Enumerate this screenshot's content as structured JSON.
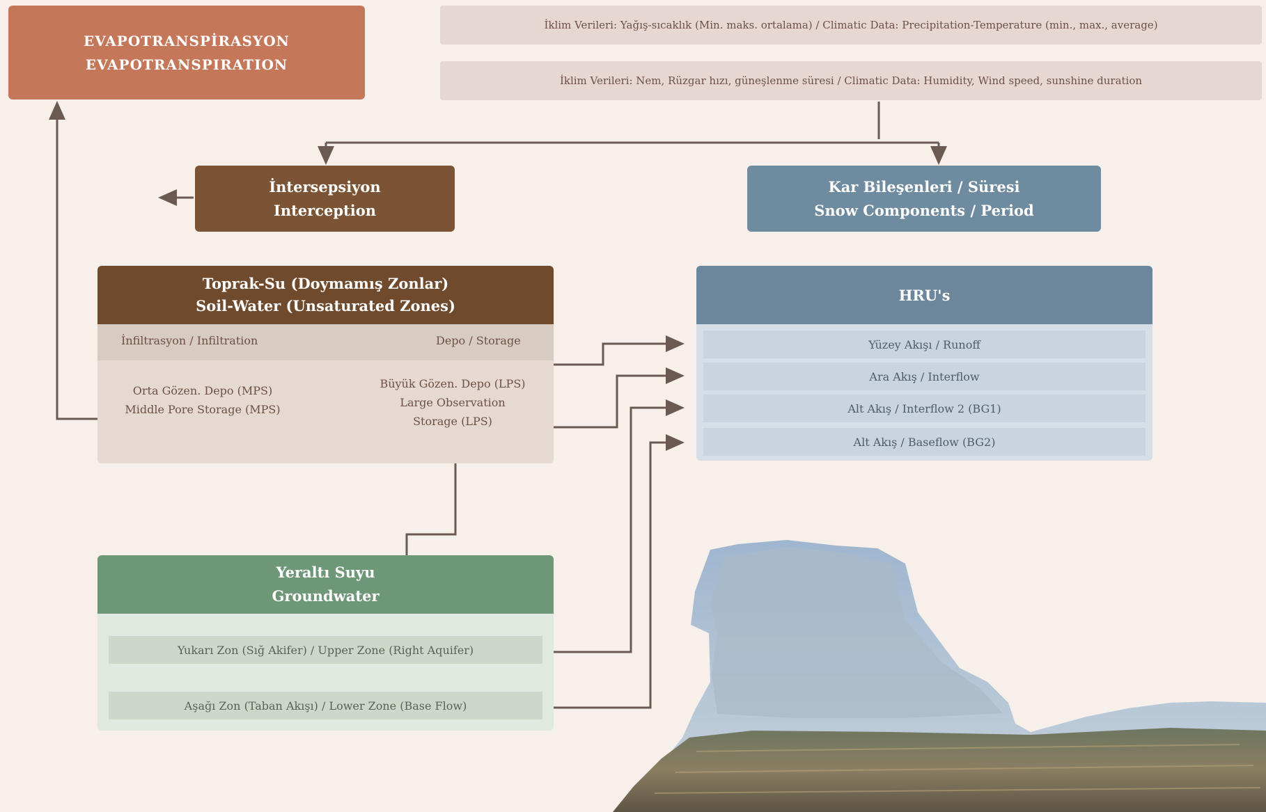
{
  "evapotranspiration": {
    "line1": "EVAPOTRANSPİRASYON",
    "line2": "EVAPOTRANSPIRATION"
  },
  "climate": {
    "row1": "İklim Verileri: Yağış-sıcaklık (Min. maks. ortalama) / Climatic Data: Precipitation-Temperature (min., max., average)",
    "row2": "İklim Verileri: Nem, Rüzgar hızı, güneşlenme süresi / Climatic Data: Humidity, Wind speed, sunshine duration"
  },
  "interception": {
    "line1": "İntersepsiyon",
    "line2": "Interception"
  },
  "snow": {
    "line1": "Kar Bileşenleri / Süresi",
    "line2": "Snow Components / Period"
  },
  "soil": {
    "title1": "Toprak-Su (Doymamış Zonlar)",
    "title2": "Soil-Water (Unsaturated Zones)",
    "infiltration": "İnfiltrasyon / Infiltration",
    "storage": "Depo / Storage",
    "mps1": "Orta Gözen. Depo (MPS)",
    "mps2": "Middle Pore Storage (MPS)",
    "lps1": "Büyük Gözen. Depo (LPS)",
    "lps2": "Large Observation",
    "lps3": "Storage (LPS)"
  },
  "hrus": {
    "title": "HRU's",
    "rows": [
      "Yüzey Akışı / Runoff",
      "Ara Akış / Interflow",
      "Alt Akış / Interflow 2 (BG1)",
      "Alt Akış / Baseflow (BG2)"
    ]
  },
  "groundwater": {
    "title1": "Yeraltı Suyu",
    "title2": "Groundwater",
    "upper": "Yukarı Zon (Sığ Akifer) / Upper Zone (Right Aquifer)",
    "lower": "Aşağı Zon (Taban Akışı) / Lower Zone (Base Flow)"
  },
  "colors": {
    "evapotranspiration": "#c5775a",
    "interception": "#7a5434",
    "soil_header": "#704a2d",
    "snow": "#6f8ba0",
    "hru_header": "#6c879c",
    "groundwater_header": "#6e9778",
    "arrows": "#6b5a52",
    "background": "#f6efea"
  }
}
